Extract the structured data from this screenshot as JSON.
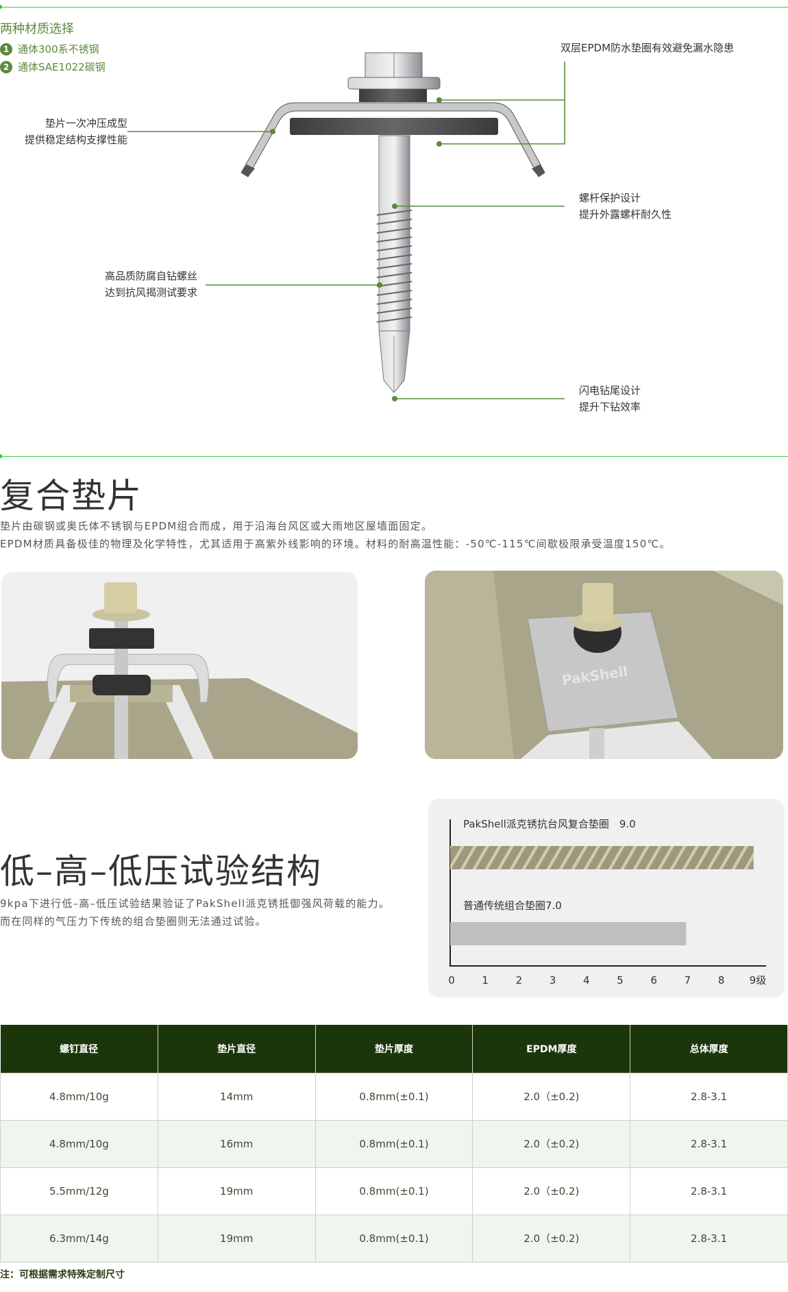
{
  "materials": {
    "title": "两种材质选择",
    "items": [
      {
        "num": "1",
        "label": "通体300系不锈钢"
      },
      {
        "num": "2",
        "label": "通体SAE1022碳钢"
      }
    ]
  },
  "callouts": {
    "epdm": "双层EPDM防水垫圈有效避免漏水隐患",
    "washer_1": "垫片一次冲压成型",
    "washer_2": "提供稳定结构支撑性能",
    "shank_1": "螺杆保护设计",
    "shank_2": "提升外露螺杆耐久性",
    "thread_1": "高品质防腐自钻螺丝",
    "thread_2": "达到抗风揭测试要求",
    "tip_1": "闪电钻尾设计",
    "tip_2": "提升下钻效率"
  },
  "composite": {
    "title": "复合垫片",
    "line1": "垫片由碳钢或奥氏体不锈钢与EPDM组合而成，用于沿海台风区或大雨地区屋墙面固定。",
    "line2": "EPDM材质具备极佳的物理及化学特性，尤其适用于高紫外线影响的环境。材料的耐高温性能：-50℃-115℃间歇极限承受温度150℃。",
    "photo_brand": "PakShell"
  },
  "test": {
    "title": "低–高–低压试验结构",
    "line1": "9kpa下进行低–高–低压试验结果验证了PakShell派克锈抵御强风荷载的能力。",
    "line2": "而在同样的气压力下传统的组合垫圈则无法通过试验。"
  },
  "chart_data": {
    "type": "bar",
    "orientation": "horizontal",
    "series": [
      {
        "name": "PakShell派克锈抗台风复合垫圈",
        "label": "PakShell派克锈抗台风复合垫圈　9.0",
        "value": 9.0,
        "color": "#9e9878",
        "pattern": "stripes"
      },
      {
        "name": "普通传统组合垫圈",
        "label": "普通传统组合垫圈7.0",
        "value": 7.0,
        "color": "#bfbfbf"
      }
    ],
    "xlim": [
      0,
      9
    ],
    "xticks": [
      "0",
      "1",
      "2",
      "3",
      "4",
      "5",
      "6",
      "7",
      "8",
      "9级"
    ],
    "grid": false
  },
  "table": {
    "headers": [
      "螺钉直径",
      "垫片直径",
      "垫片厚度",
      "EPDM厚度",
      "总体厚度"
    ],
    "rows": [
      [
        "4.8mm/10g",
        "14mm",
        "0.8mm(±0.1)",
        "2.0（±0.2)",
        "2.8-3.1"
      ],
      [
        "4.8mm/10g",
        "16mm",
        "0.8mm(±0.1)",
        "2.0（±0.2)",
        "2.8-3.1"
      ],
      [
        "5.5mm/12g",
        "19mm",
        "0.8mm(±0.1)",
        "2.0（±0.2)",
        "2.8-3.1"
      ],
      [
        "6.3mm/14g",
        "19mm",
        "0.8mm(±0.1)",
        "2.0（±0.2)",
        "2.8-3.1"
      ]
    ],
    "note": "注：可根据需求特殊定制尺寸"
  },
  "colors": {
    "accent_green": "#5a8a3a",
    "divider_green": "#3fcf3f",
    "table_header": "#1c360b",
    "bar_main": "#9e9878",
    "bar_other": "#bfbfbf"
  }
}
